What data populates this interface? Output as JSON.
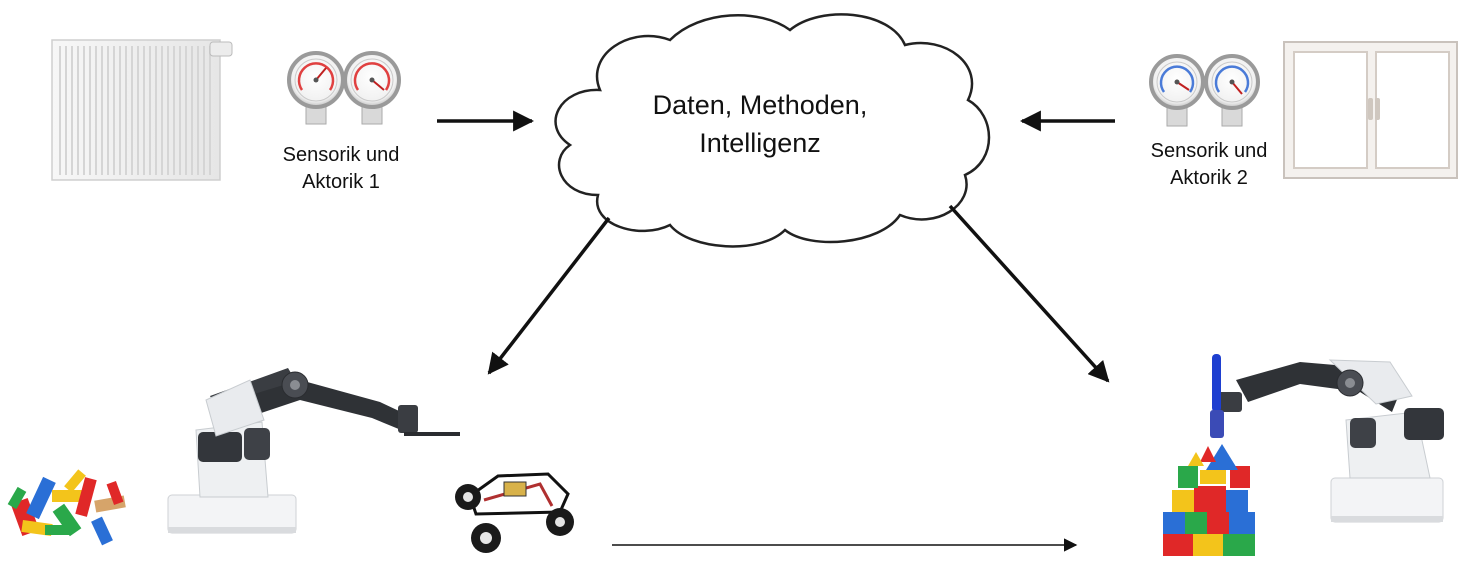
{
  "cloud": {
    "line1": "Daten, Methoden,",
    "line2": "Intelligenz"
  },
  "node_left": {
    "line1": "Sensorik und",
    "line2": "Aktorik 1",
    "icons": [
      "radiator-icon",
      "gauge-icon",
      "gauge-icon"
    ]
  },
  "node_right": {
    "line1": "Sensorik und",
    "line2": "Aktorik 2",
    "icons": [
      "gauge-icon",
      "gauge-icon",
      "window-icon"
    ]
  },
  "bottom_left": {
    "icons": [
      "toy-blocks-icon",
      "robot-arm-icon",
      "rc-car-icon"
    ]
  },
  "bottom_right": {
    "icons": [
      "block-tower-icon",
      "robot-arm-icon"
    ]
  },
  "colors": {
    "arrow": "#111111",
    "cloud_stroke": "#222222",
    "robot_dark": "#3a3d42",
    "robot_light": "#eef0f2"
  }
}
